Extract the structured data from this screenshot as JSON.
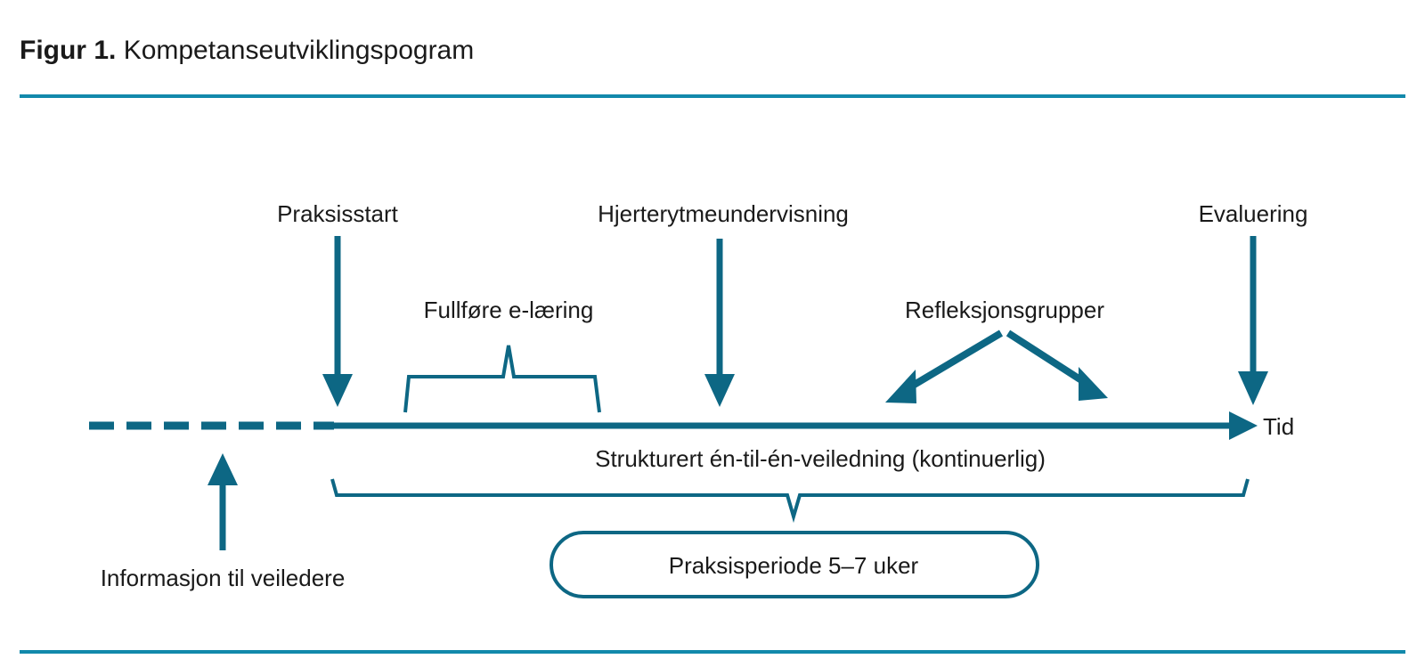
{
  "figure": {
    "label": "Figur 1.",
    "title": "Kompetanseutviklingspogram"
  },
  "colors": {
    "rule": "#1289ab",
    "arrow": "#0d6784",
    "brace": "#0d6784",
    "text": "#1a1a1a",
    "background": "#ffffff"
  },
  "timeline": {
    "axis_label": "Tid",
    "dashed_segment_note": "pre-practice period (dashed)",
    "solid_segment_note": "practice period (solid, arrow to the right)"
  },
  "events": [
    {
      "id": "praksisstart",
      "label": "Praksisstart",
      "marker": "down-arrow"
    },
    {
      "id": "hjerterytmeundervisning",
      "label": "Hjerterytmeundervisning",
      "marker": "down-arrow"
    },
    {
      "id": "evaluering",
      "label": "Evaluering",
      "marker": "down-arrow"
    },
    {
      "id": "fullfore-e-laering",
      "label": "Fullføre e-læring",
      "marker": "brace-up"
    },
    {
      "id": "refleksjonsgrupper",
      "label": "Refleksjonsgrupper",
      "marker": "double-down-arrow"
    },
    {
      "id": "informasjon-til-veiledere",
      "label": "Informasjon til veiledere",
      "marker": "up-arrow"
    }
  ],
  "spans": [
    {
      "id": "veiledning",
      "label": "Strukturert én-til-én-veiledning (kontinuerlig)"
    },
    {
      "id": "praksisperiode",
      "label": "Praksisperiode 5–7 uker"
    }
  ]
}
